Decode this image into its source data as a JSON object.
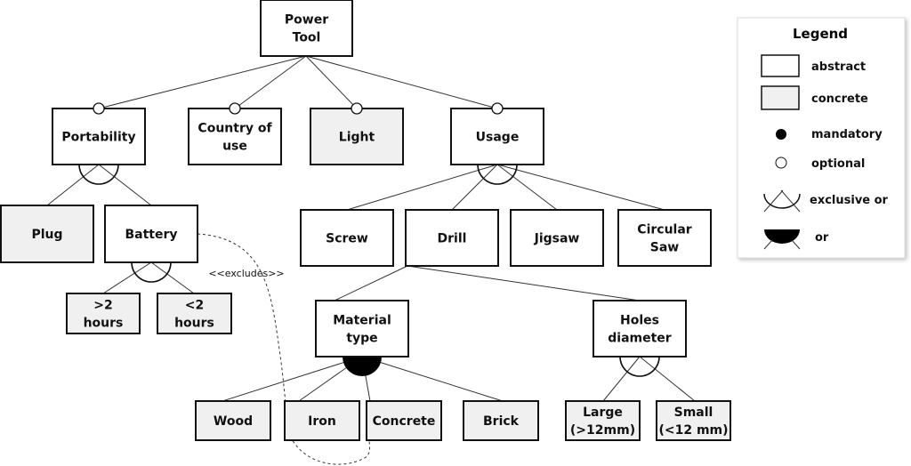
{
  "nodes": {
    "power_tool": {
      "lines": [
        "Power",
        "Tool"
      ],
      "kind": "abstract"
    },
    "portability": {
      "lines": [
        "Portability"
      ],
      "kind": "abstract"
    },
    "country_of_use": {
      "lines": [
        "Country of",
        "use"
      ],
      "kind": "abstract"
    },
    "light": {
      "lines": [
        "Light"
      ],
      "kind": "concrete"
    },
    "usage": {
      "lines": [
        "Usage"
      ],
      "kind": "abstract"
    },
    "plug": {
      "lines": [
        "Plug"
      ],
      "kind": "concrete"
    },
    "battery": {
      "lines": [
        "Battery"
      ],
      "kind": "abstract"
    },
    "more_2_hours": {
      "lines": [
        ">2",
        "hours"
      ],
      "kind": "concrete"
    },
    "less_2_hours": {
      "lines": [
        "<2",
        "hours"
      ],
      "kind": "concrete"
    },
    "screw": {
      "lines": [
        "Screw"
      ],
      "kind": "abstract"
    },
    "drill": {
      "lines": [
        "Drill"
      ],
      "kind": "abstract"
    },
    "jigsaw": {
      "lines": [
        "Jigsaw"
      ],
      "kind": "abstract"
    },
    "circular_saw": {
      "lines": [
        "Circular",
        "Saw"
      ],
      "kind": "abstract"
    },
    "material_type": {
      "lines": [
        "Material",
        "type"
      ],
      "kind": "abstract"
    },
    "holes_diameter": {
      "lines": [
        "Holes",
        "diameter"
      ],
      "kind": "abstract"
    },
    "wood": {
      "lines": [
        "Wood"
      ],
      "kind": "concrete"
    },
    "iron": {
      "lines": [
        "Iron"
      ],
      "kind": "concrete"
    },
    "concrete": {
      "lines": [
        "Concrete"
      ],
      "kind": "concrete"
    },
    "brick": {
      "lines": [
        "Brick"
      ],
      "kind": "concrete"
    },
    "large": {
      "lines": [
        "Large",
        "(>12mm)"
      ],
      "kind": "concrete"
    },
    "small": {
      "lines": [
        "Small",
        "(<12 mm)"
      ],
      "kind": "concrete"
    }
  },
  "relations": {
    "optional": [
      "portability",
      "country_of_use",
      "light",
      "usage"
    ],
    "exclusive_or_groups": [
      "portability",
      "usage",
      "battery",
      "holes_diameter"
    ],
    "or_groups": [
      "material_type"
    ],
    "excludes": {
      "from": "battery",
      "to": [
        "iron",
        "concrete"
      ],
      "label": "<<excludes>>"
    }
  },
  "legend": {
    "title": "Legend",
    "abstract": "abstract",
    "concrete": "concrete",
    "mandatory": "mandatory",
    "optional": "optional",
    "exclusive_or": "exclusive or",
    "or": "or"
  },
  "colors": {
    "concrete_fill": "#f0f0f0",
    "abstract_fill": "#ffffff",
    "stroke": "#111111"
  }
}
